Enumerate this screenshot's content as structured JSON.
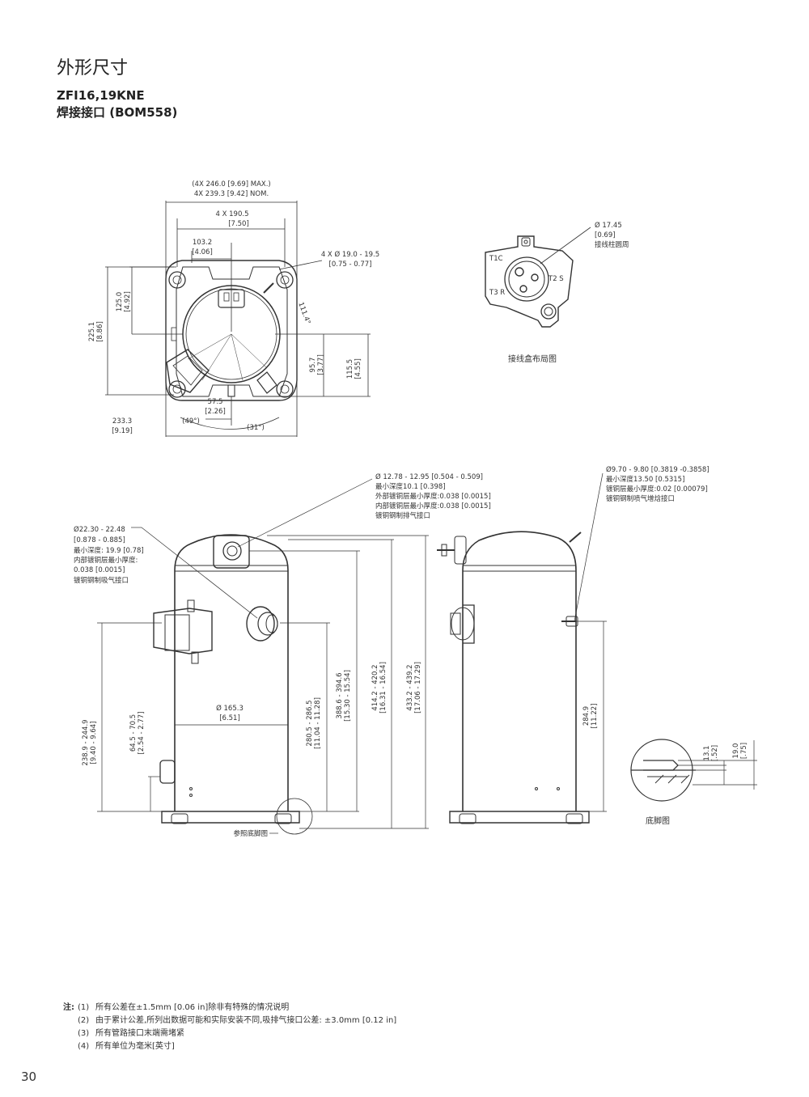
{
  "header": {
    "title": "外形尺寸",
    "model": "ZFI16,19KNE",
    "connection": "焊接接口 (BOM558)"
  },
  "top_view": {
    "width_max": "(4X 246.0 [9.69] MAX.)",
    "width_nom": "4X 239.3 [9.42] NOM.",
    "bolt_spacing": "4 X 190.5",
    "bolt_spacing_in": "[7.50]",
    "offset_1032": "103.2",
    "offset_1032_in": "[4.06]",
    "mount_hole": "4 X Ø 19.0 - 19.5",
    "mount_hole_in": "[0.75 - 0.77]",
    "dim_1250": "125.0",
    "dim_1250_in": "[4.92]",
    "dim_2251": "225.1",
    "dim_2251_in": "[8.86]",
    "angle_1114": "111.4°",
    "dim_957": "95.7",
    "dim_957_in": "[3.77]",
    "dim_1155": "115.5",
    "dim_1155_in": "[4.55]",
    "dim_575": "57.5",
    "dim_575_in": "[2.26]",
    "angle_49": "(49°)",
    "angle_31": "(31°)",
    "dim_2333": "233.3",
    "dim_2333_in": "[9.19]"
  },
  "terminal_box": {
    "diameter": "Ø 17.45",
    "diameter_in": "[0.69]",
    "diameter_note": "接线柱圆周",
    "t1c": "T1C",
    "t2s": "T2 S",
    "t3r": "T3 R",
    "caption": "接线盒布局图"
  },
  "side_view": {
    "suction_lines": [
      "Ø22.30 - 22.48",
      "[0.878 - 0.885]",
      "最小深度: 19.9 [0.78]",
      "内部镀铜层最小厚度:",
      "0.038 [0.0015]",
      "镀铜钢制吸气接口"
    ],
    "discharge_lines": [
      "Ø 12.78 - 12.95 [0.504 - 0.509]",
      "最小深度10.1 [0.398]",
      "外部镀铜层最小厚度:0.038 [0.0015]",
      "内部镀铜层最小厚度:0.038 [0.0015]",
      "镀铜钢制排气接口"
    ],
    "injection_lines": [
      "Ø9.70 - 9.80 [0.3819 -0.3858]",
      "最小深度13.50 [0.5315]",
      "镀铜层最小厚度:0.02 [0.00079]",
      "镀铜钢制喷气增焓接口"
    ],
    "shell_dia": "Ø 165.3",
    "shell_dia_in": "[6.51]",
    "h_2389": "238.9 - 244.9",
    "h_2389_in": "[9.40 - 9.64]",
    "h_645": "64.5 - 70.5",
    "h_645_in": "[2.54 - 2.77]",
    "h_2805": "280.5 - 286.5",
    "h_2805_in": "[11.04 - 11.28]",
    "h_3886": "388.6 - 394.6",
    "h_3886_in": "[15.30 - 15.54]",
    "h_4142": "414.2 - 420.2",
    "h_4142_in": "[16.31 - 16.54]",
    "h_4332": "433.2 - 439.2",
    "h_4332_in": "[17.06 - 17.29]",
    "h_2849": "284.9",
    "h_2849_in": "[11.22]",
    "foot_ref": "参照底脚图"
  },
  "foot_view": {
    "h_131": "13.1",
    "h_131_in": "[.52]",
    "h_190": "19.0",
    "h_190_in": "[.75]",
    "caption": "底脚图"
  },
  "notes": {
    "label": "注:",
    "items": [
      {
        "idx": "(1)",
        "text": "所有公差在±1.5mm [0.06 in]除非有特殊的情况说明"
      },
      {
        "idx": "(2)",
        "text": "由于累计公差,所列出数据可能和实际安装不同,吸排气接口公差: ±3.0mm [0.12 in]"
      },
      {
        "idx": "(3)",
        "text": "所有管路接口末端需堵紧"
      },
      {
        "idx": "(4)",
        "text": "所有单位为毫米[英寸]"
      }
    ]
  },
  "page_number": "30"
}
